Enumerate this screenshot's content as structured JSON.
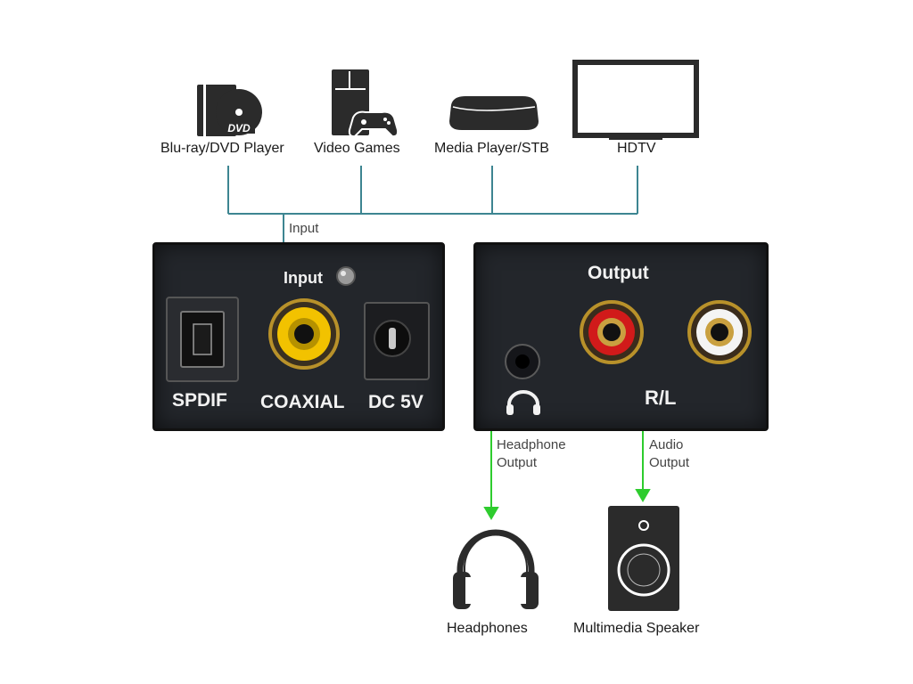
{
  "sources": [
    {
      "label": "Blu-ray/DVD Player",
      "icon": "dvd-player-icon"
    },
    {
      "label": "Video Games",
      "icon": "game-console-icon"
    },
    {
      "label": "Media Player/STB",
      "icon": "media-player-icon"
    },
    {
      "label": "HDTV",
      "icon": "tv-icon"
    }
  ],
  "input_line_label": "Input",
  "input_panel": {
    "title": "Input",
    "ports": [
      "SPDIF",
      "COAXIAL",
      "DC 5V"
    ],
    "dvd_logo_text": "DVD"
  },
  "output_panel": {
    "title": "Output",
    "rl_label": "R/L"
  },
  "outputs": [
    {
      "line1": "Headphone",
      "line2": "Output",
      "device": "Headphones",
      "icon": "headphones-icon"
    },
    {
      "line1": "Audio",
      "line2": "Output",
      "device": "Multimedia Speaker",
      "icon": "speaker-icon"
    }
  ],
  "colors": {
    "connector_line": "#3d8591",
    "output_arrow": "#2ecc2e",
    "panel_bg": "#23262b",
    "rca_yellow": "#f2c200",
    "rca_red": "#d11a1a",
    "rca_white": "#f4f4f4"
  }
}
